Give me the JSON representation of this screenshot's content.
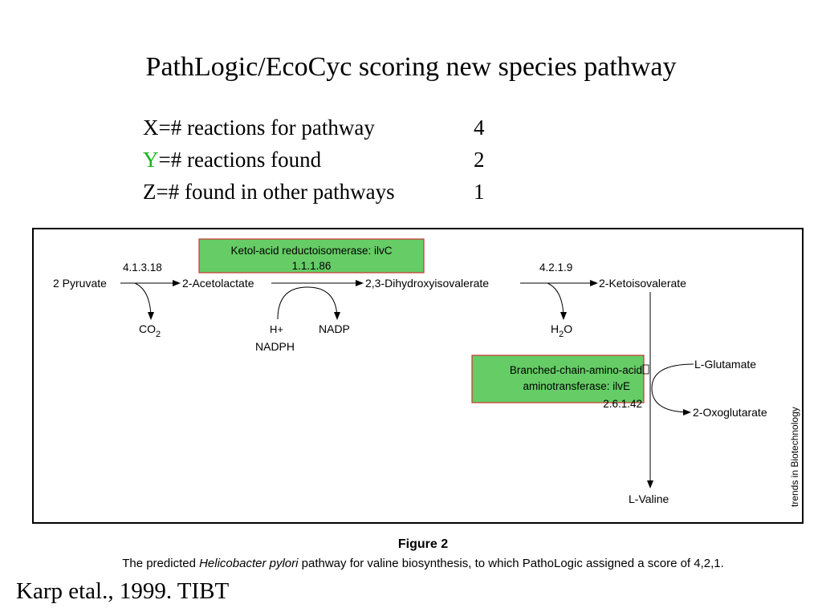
{
  "title": "PathLogic/EcoCyc scoring new species pathway",
  "stats": {
    "rows": [
      {
        "label": "X=# reactions for pathway",
        "value": "4"
      },
      {
        "label_letter": "Y",
        "label_rest": "=# reactions found",
        "value": "2",
        "letter_color": "#18b418"
      },
      {
        "label": "Z=# found in other pathways",
        "value": "1"
      }
    ]
  },
  "figure": {
    "compounds": {
      "pyruvate": "2 Pyruvate",
      "acetolactate": "2-Acetolactate",
      "dihydroxy": "2,3-Dihydroxyisovalerate",
      "ketoisovalerate": "2-Ketoisovalerate",
      "co2": "CO",
      "co2_sub": "2",
      "h_plus": "H+",
      "nadph": "NADPH",
      "nadp": "NADP",
      "h2o_h": "H",
      "h2o_sub": "2",
      "h2o_o": "O",
      "glutamate": "L-Glutamate",
      "oxoglutarate": "2-Oxoglutarate",
      "valine": "L-Valine"
    },
    "ec_numbers": {
      "step1": "4.1.3.18",
      "step3": "4.2.1.9"
    },
    "enzyme_boxes": [
      {
        "line1": "Ketol-acid reductoisomerase: ilvC",
        "line2": "1.1.1.86"
      },
      {
        "line1": "Branched-chain-amino-acid",
        "line2": "aminotransferase: ilvE",
        "line3": "2.6.1.42"
      }
    ],
    "box_color": "#66cc66",
    "box_border": "#cc3333",
    "watermark": "trends in Biotechnology"
  },
  "figure_label": "Figure 2",
  "caption": {
    "pre": "The predicted ",
    "italic": "Helicobacter pylori",
    "post": " pathway for valine biosynthesis, to which PathoLogic assigned a score of 4,2,1."
  },
  "citation": "Karp etal., 1999. TIBT"
}
